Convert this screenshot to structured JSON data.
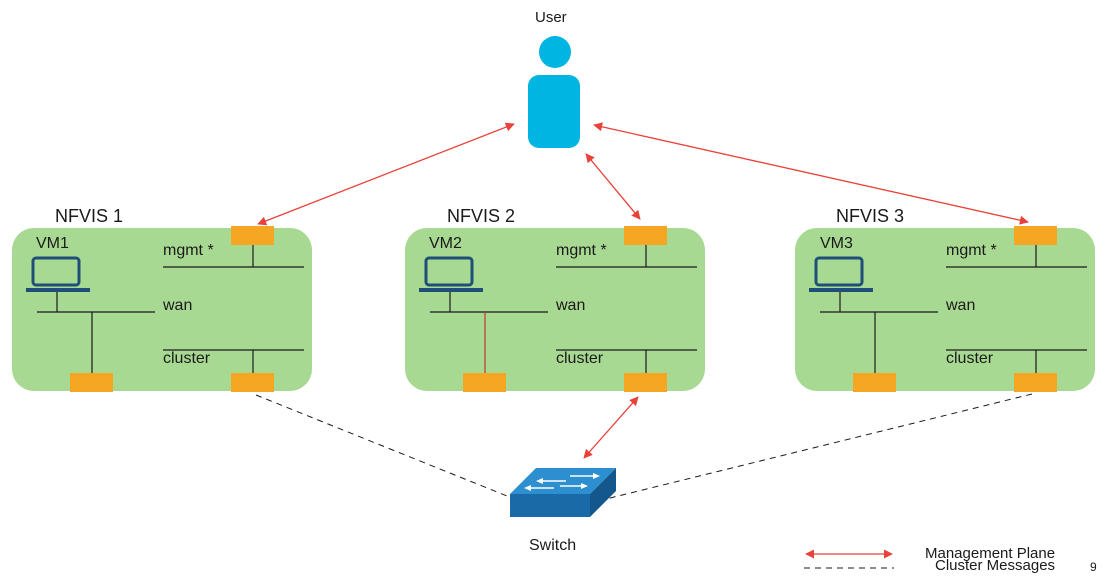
{
  "user": {
    "label": "User",
    "icon": "user-icon"
  },
  "switch": {
    "label": "Switch",
    "icon": "network-switch-icon"
  },
  "nodes": [
    {
      "title": "NFVIS 1",
      "vm": "VM1",
      "mgmt": "mgmt *",
      "wan": "wan",
      "cluster": "cluster"
    },
    {
      "title": "NFVIS 2",
      "vm": "VM2",
      "mgmt": "mgmt *",
      "wan": "wan",
      "cluster": "cluster"
    },
    {
      "title": "NFVIS 3",
      "vm": "VM3",
      "mgmt": "mgmt *",
      "wan": "wan",
      "cluster": "cluster"
    }
  ],
  "legend": {
    "management": "Management Plane",
    "cluster": "Cluster Messages"
  },
  "corner_mark": "9",
  "colors": {
    "node_fill": "#a8d992",
    "port": "#f5a623",
    "user": "#00b5e2",
    "arrow": "#e8423a",
    "laptop": "#1f4e79",
    "switch_top": "#2d8fd0",
    "switch_side": "#1a6aa8",
    "line": "#1a1a1a",
    "vm2_link": "#c0392b"
  }
}
